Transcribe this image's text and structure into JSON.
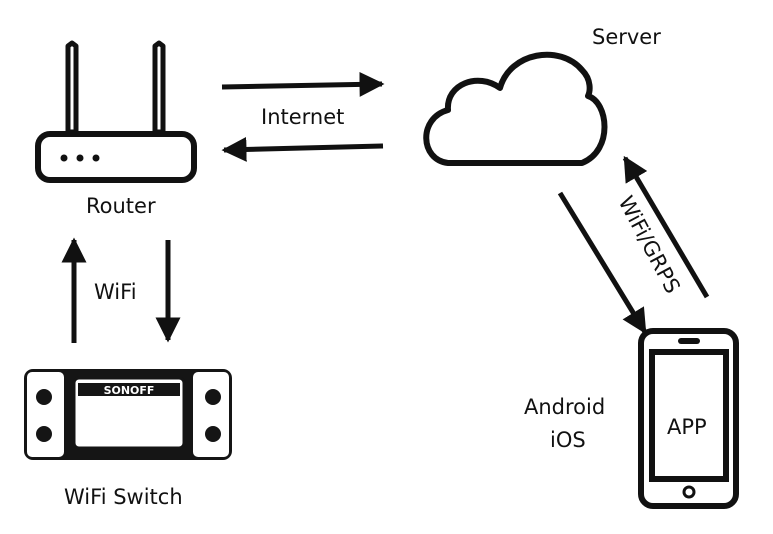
{
  "labels": {
    "server": "Server",
    "internet": "Internet",
    "router": "Router",
    "wifi": "WiFi",
    "wifi_gprs": "WiFi/GRPS",
    "android": "Android",
    "ios": "iOS",
    "app": "APP",
    "wifi_switch": "WiFi Switch",
    "device_brand": "SONOFF"
  },
  "colors": {
    "ink": "#111111",
    "background": "#ffffff"
  }
}
